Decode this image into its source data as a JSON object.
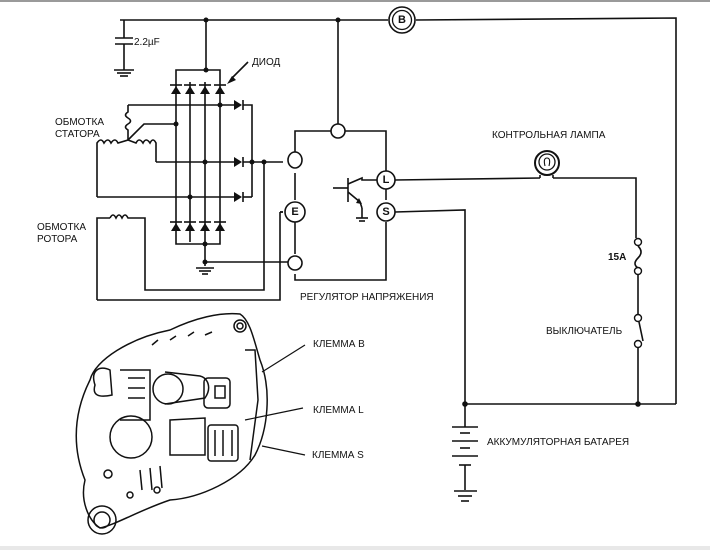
{
  "diagram": {
    "title": "Alternator charging circuit",
    "labels": {
      "capacitor": "2.2µF",
      "diode": "ДИОД",
      "stator_line1": "ОБМОТКА",
      "stator_line2": "СТАТОРА",
      "rotor_line1": "ОБМОТКА",
      "rotor_line2": "РОТОРА",
      "regulator": "РЕГУЛЯТОР НАПРЯЖЕНИЯ",
      "lamp": "КОНТРОЛЬНАЯ ЛАМПА",
      "fuse": "15A",
      "switch": "ВЫКЛЮЧАТЕЛЬ",
      "battery": "АККУМУЛЯТОРНАЯ БАТАРЕЯ",
      "terminal_b_callout": "КЛЕММА B",
      "terminal_l_callout": "КЛЕММА L",
      "terminal_s_callout": "КЛЕММА S"
    },
    "terminals": {
      "b": "B",
      "e": "E",
      "l": "L",
      "s": "S"
    }
  }
}
